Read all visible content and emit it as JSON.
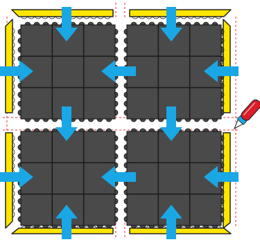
{
  "diagram": {
    "tile_grid": [
      3,
      3
    ],
    "tile_sets": [
      "top-left",
      "top-right",
      "bottom-left",
      "bottom-right"
    ],
    "colors": {
      "background": "#ffffff",
      "tile_fill": "#4a4a4a",
      "tile_groove": "#1c1c1c",
      "tile_outline": "#111111",
      "ramp_fill": "#ffe600",
      "ramp_edge": "#222222",
      "arrow": "#1aa7e6",
      "cut_line": "#e0303a",
      "knife_handle": "#d81e28",
      "knife_blade": "#ffffff"
    },
    "icons": {
      "arrow": "arrow-icon",
      "cutter": "utility-knife-icon"
    }
  }
}
